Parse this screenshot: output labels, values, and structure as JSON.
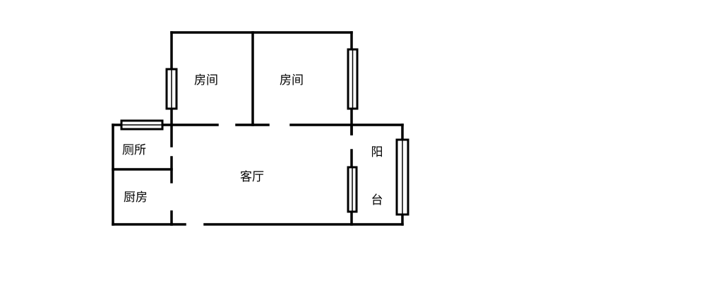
{
  "colors": {
    "wall": "#000000",
    "background": "#ffffff"
  },
  "rooms": {
    "bedroom_left": "房间",
    "bedroom_right": "房间",
    "toilet": "厕所",
    "kitchen": "厨房",
    "living_room": "客厅",
    "balcony_top": "阳",
    "balcony_bottom": "台"
  }
}
